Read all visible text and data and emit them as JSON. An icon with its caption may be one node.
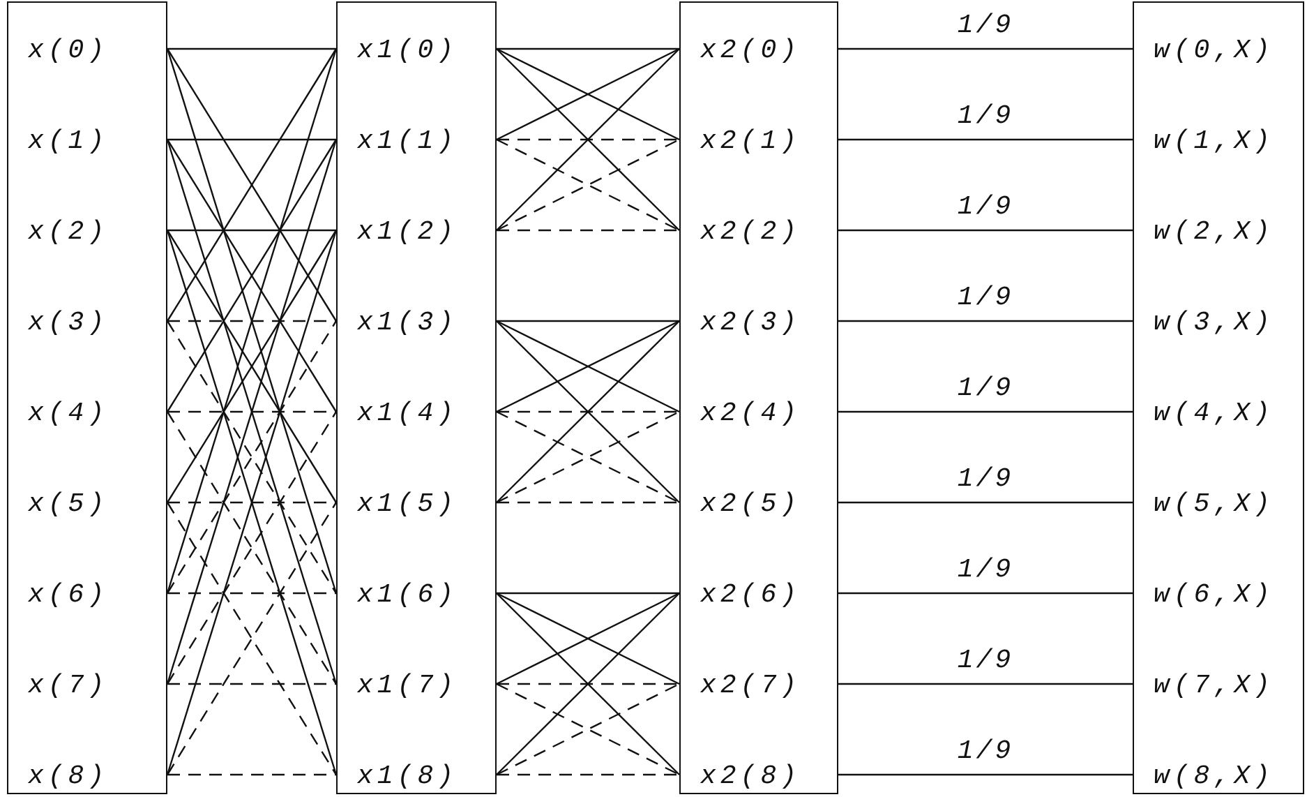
{
  "diagram": {
    "nodes": [
      {
        "text": [],
        "shape": "box"
      },
      {
        "text": [
          "x(0)"
        ],
        "in": 0
      },
      {
        "text": [
          "x(1)"
        ],
        "in": 0
      },
      {
        "text": [
          "x(2)"
        ],
        "in": 0
      },
      {
        "text": [
          "x(3)"
        ],
        "in": 0
      },
      {
        "text": [
          "x(4)"
        ],
        "in": 0
      },
      {
        "text": [
          "x(5)"
        ],
        "in": 0
      },
      {
        "text": [
          "x(6)"
        ],
        "in": 0
      },
      {
        "text": [
          "x(7)"
        ],
        "in": 0
      },
      {
        "text": [
          "x(8)"
        ],
        "in": 0
      },
      {
        "text": [],
        "shape": "box"
      },
      {
        "text": [
          "x1(0)"
        ],
        "in": 10
      },
      {
        "text": [
          "x1(1)"
        ],
        "in": 10
      },
      {
        "text": [
          "x1(2)"
        ],
        "in": 10
      },
      {
        "text": [
          "x1(3)"
        ],
        "in": 10
      },
      {
        "text": [
          "x1(4)"
        ],
        "in": 10
      },
      {
        "text": [
          "x1(5)"
        ],
        "in": 10
      },
      {
        "text": [
          "x1(6)"
        ],
        "in": 10
      },
      {
        "text": [
          "x1(7)"
        ],
        "in": 10
      },
      {
        "text": [
          "x1(8)"
        ],
        "in": 10
      },
      {
        "text": [],
        "shape": "box"
      },
      {
        "text": [
          "x2(0)"
        ],
        "in": 20
      },
      {
        "text": [
          "x2(1)"
        ],
        "in": 20
      },
      {
        "text": [
          "x2(2)"
        ],
        "in": 20
      },
      {
        "text": [
          "x2(3)"
        ],
        "in": 20
      },
      {
        "text": [
          "x2(4)"
        ],
        "in": 20
      },
      {
        "text": [
          "x2(5)"
        ],
        "in": 20
      },
      {
        "text": [
          "x2(6)"
        ],
        "in": 20
      },
      {
        "text": [
          "x2(7)"
        ],
        "in": 20
      },
      {
        "text": [
          "x2(8)"
        ],
        "in": 20
      },
      {
        "text": [],
        "shape": "box"
      },
      {
        "text": [
          "w(0,X)"
        ],
        "in": 30
      },
      {
        "text": [
          "w(1,X)"
        ],
        "in": 30
      },
      {
        "text": [
          "w(2,X)"
        ],
        "in": 30
      },
      {
        "text": [
          "w(3,X)"
        ],
        "in": 30
      },
      {
        "text": [
          "w(4,X)"
        ],
        "in": 30
      },
      {
        "text": [
          "w(5,X)"
        ],
        "in": 30
      },
      {
        "text": [
          "w(6,X)"
        ],
        "in": 30
      },
      {
        "text": [
          "w(7,X)"
        ],
        "in": 30
      },
      {
        "text": [
          "w(8,X)"
        ],
        "in": 30
      }
    ],
    "edges": [
      {
        "from": 1,
        "to": 11,
        "arrow": "none"
      },
      {
        "from": 1,
        "to": 14,
        "arrow": "none"
      },
      {
        "from": 1,
        "to": 17,
        "arrow": "none"
      },
      {
        "from": 2,
        "to": 12,
        "arrow": "none"
      },
      {
        "from": 2,
        "to": 15,
        "arrow": "none"
      },
      {
        "from": 2,
        "to": 18,
        "arrow": "none"
      },
      {
        "from": 3,
        "to": 13,
        "arrow": "none"
      },
      {
        "from": 3,
        "to": 16,
        "arrow": "none"
      },
      {
        "from": 3,
        "to": 19,
        "arrow": "none"
      },
      {
        "from": 4,
        "to": 11,
        "arrow": "none"
      },
      {
        "from": 4,
        "to": 14,
        "arrow": "none",
        "style": "dashed"
      },
      {
        "from": 4,
        "to": 17,
        "arrow": "none",
        "style": "dashed"
      },
      {
        "from": 5,
        "to": 12,
        "arrow": "none"
      },
      {
        "from": 5,
        "to": 15,
        "arrow": "none",
        "style": "dashed"
      },
      {
        "from": 5,
        "to": 18,
        "arrow": "none",
        "style": "dashed"
      },
      {
        "from": 6,
        "to": 13,
        "arrow": "none"
      },
      {
        "from": 6,
        "to": 16,
        "arrow": "none",
        "style": "dashed"
      },
      {
        "from": 6,
        "to": 19,
        "arrow": "none",
        "style": "dashed"
      },
      {
        "from": 7,
        "to": 11,
        "arrow": "none"
      },
      {
        "from": 7,
        "to": 14,
        "arrow": "none",
        "style": "dashed"
      },
      {
        "from": 7,
        "to": 17,
        "arrow": "none",
        "style": "dashed"
      },
      {
        "from": 8,
        "to": 12,
        "arrow": "none"
      },
      {
        "from": 8,
        "to": 15,
        "arrow": "none",
        "style": "dashed"
      },
      {
        "from": 8,
        "to": 18,
        "arrow": "none",
        "style": "dashed"
      },
      {
        "from": 9,
        "to": 13,
        "arrow": "none"
      },
      {
        "from": 9,
        "to": 16,
        "arrow": "none",
        "style": "dashed"
      },
      {
        "from": 9,
        "to": 19,
        "arrow": "none",
        "style": "dashed"
      },
      {
        "from": 11,
        "to": 21,
        "arrow": "none"
      },
      {
        "from": 11,
        "to": 22,
        "arrow": "none"
      },
      {
        "from": 11,
        "to": 23,
        "arrow": "none"
      },
      {
        "from": 12,
        "to": 21,
        "arrow": "none"
      },
      {
        "from": 12,
        "to": 22,
        "arrow": "none",
        "style": "dashed"
      },
      {
        "from": 12,
        "to": 23,
        "arrow": "none",
        "style": "dashed"
      },
      {
        "from": 13,
        "to": 21,
        "arrow": "none"
      },
      {
        "from": 13,
        "to": 22,
        "arrow": "none",
        "style": "dashed"
      },
      {
        "from": 13,
        "to": 23,
        "arrow": "none",
        "style": "dashed"
      },
      {
        "from": 14,
        "to": 24,
        "arrow": "none"
      },
      {
        "from": 14,
        "to": 25,
        "arrow": "none"
      },
      {
        "from": 14,
        "to": 26,
        "arrow": "none"
      },
      {
        "from": 15,
        "to": 24,
        "arrow": "none"
      },
      {
        "from": 15,
        "to": 25,
        "arrow": "none",
        "style": "dashed"
      },
      {
        "from": 15,
        "to": 26,
        "arrow": "none",
        "style": "dashed"
      },
      {
        "from": 16,
        "to": 24,
        "arrow": "none"
      },
      {
        "from": 16,
        "to": 25,
        "arrow": "none",
        "style": "dashed"
      },
      {
        "from": 16,
        "to": 26,
        "arrow": "none",
        "style": "dashed"
      },
      {
        "from": 17,
        "to": 27,
        "arrow": "none"
      },
      {
        "from": 17,
        "to": 28,
        "arrow": "none"
      },
      {
        "from": 17,
        "to": 29,
        "arrow": "none"
      },
      {
        "from": 18,
        "to": 27,
        "arrow": "none"
      },
      {
        "from": 18,
        "to": 28,
        "arrow": "none",
        "style": "dashed"
      },
      {
        "from": 18,
        "to": 29,
        "arrow": "none",
        "style": "dashed"
      },
      {
        "from": 19,
        "to": 27,
        "arrow": "none"
      },
      {
        "from": 19,
        "to": 28,
        "arrow": "none",
        "style": "dashed"
      },
      {
        "from": 19,
        "to": 29,
        "arrow": "none",
        "style": "dashed"
      },
      {
        "from": 21,
        "to": 31,
        "arrow": "none",
        "label": "1/9"
      },
      {
        "from": 22,
        "to": 32,
        "arrow": "none",
        "label": "1/9"
      },
      {
        "from": 23,
        "to": 33,
        "arrow": "none",
        "label": "1/9"
      },
      {
        "from": 24,
        "to": 34,
        "arrow": "none",
        "label": "1/9"
      },
      {
        "from": 25,
        "to": 35,
        "arrow": "none",
        "label": "1/9"
      },
      {
        "from": 26,
        "to": 36,
        "arrow": "none",
        "label": "1/9"
      },
      {
        "from": 27,
        "to": 37,
        "arrow": "none",
        "label": "1/9"
      },
      {
        "from": 28,
        "to": 38,
        "arrow": "none",
        "label": "1/9"
      },
      {
        "from": 29,
        "to": 39,
        "arrow": "none",
        "label": "1/9"
      }
    ]
  }
}
